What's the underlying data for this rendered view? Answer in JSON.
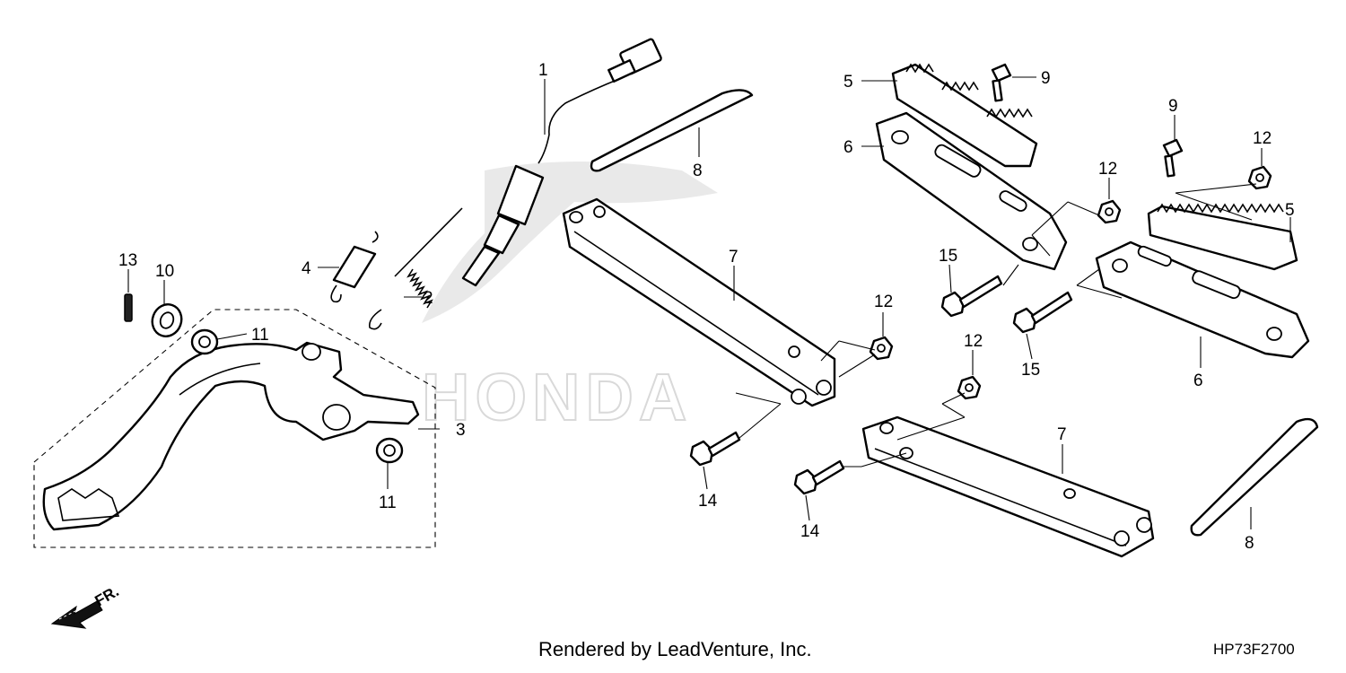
{
  "watermark": "HONDA",
  "direction_label": "FR.",
  "footer": {
    "rendered_by": "Rendered by LeadVenture, Inc.",
    "diagram_code": "HP73F2700"
  },
  "callouts": {
    "c1": "1",
    "c2": "2",
    "c3": "3",
    "c4": "4",
    "c5a": "5",
    "c5b": "5",
    "c6a": "6",
    "c6b": "6",
    "c7a": "7",
    "c7b": "7",
    "c8a": "8",
    "c8b": "8",
    "c9a": "9",
    "c9b": "9",
    "c10": "10",
    "c11a": "11",
    "c11b": "11",
    "c12a": "12",
    "c12b": "12",
    "c12c": "12",
    "c12d": "12",
    "c13": "13",
    "c14a": "14",
    "c14b": "14",
    "c15a": "15",
    "c15b": "15"
  }
}
